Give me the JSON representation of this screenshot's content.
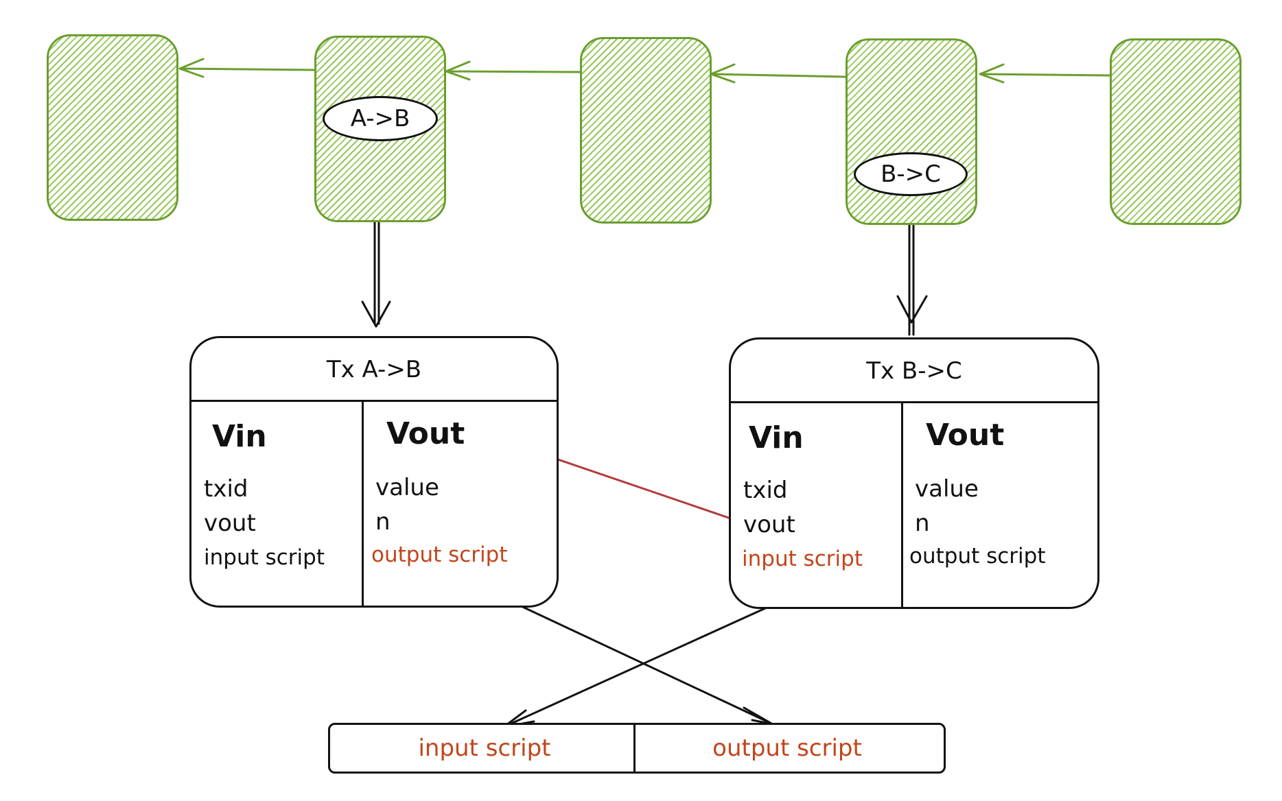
{
  "colors": {
    "block_stroke": "#6a9e2e",
    "block_hatch": "#82be3c",
    "ink": "#111111",
    "accent": "#c2451a",
    "highlight_arrow": "#b33a3a"
  },
  "blocks": [
    {
      "label": ""
    },
    {
      "label": "A->B"
    },
    {
      "label": ""
    },
    {
      "label": "B->C"
    },
    {
      "label": ""
    }
  ],
  "tx_ab": {
    "title": "Tx A->B",
    "vin": {
      "header": "Vin",
      "fields": [
        "txid",
        "vout",
        "input script"
      ]
    },
    "vout": {
      "header": "Vout",
      "fields": [
        "value",
        "n",
        "output script"
      ]
    }
  },
  "tx_bc": {
    "title": "Tx B->C",
    "vin": {
      "header": "Vin",
      "fields": [
        "txid",
        "vout",
        "input script"
      ]
    },
    "vout": {
      "header": "Vout",
      "fields": [
        "value",
        "n",
        "output script"
      ]
    }
  },
  "combined_script": {
    "left": "input script",
    "right": "output script"
  }
}
